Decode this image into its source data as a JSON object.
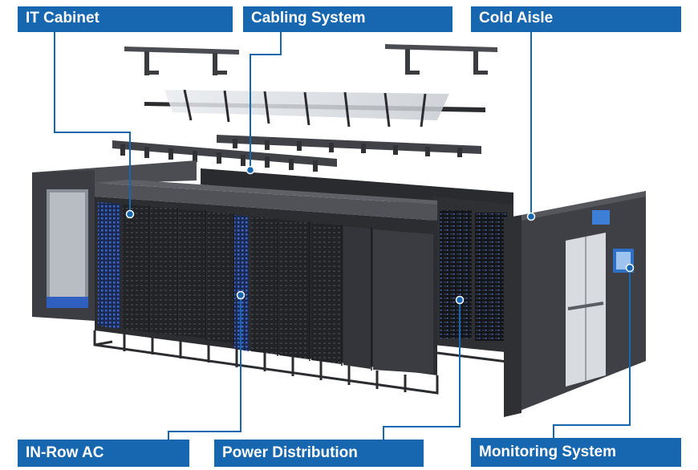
{
  "labels": {
    "it_cabinet": "IT Cabinet",
    "cabling_system": "Cabling System",
    "cold_aisle": "Cold Aisle",
    "in_row_ac": "IN-Row AC",
    "power_distribution": "Power Distribution",
    "monitoring_system": "Monitoring System"
  },
  "colors": {
    "label_bg": "#1767b0",
    "leader_line": "#1767b0",
    "cabinet_body": "#3d3f43",
    "cabinet_dark": "#1d1e21",
    "accent_blue": "#2f5fbf"
  }
}
